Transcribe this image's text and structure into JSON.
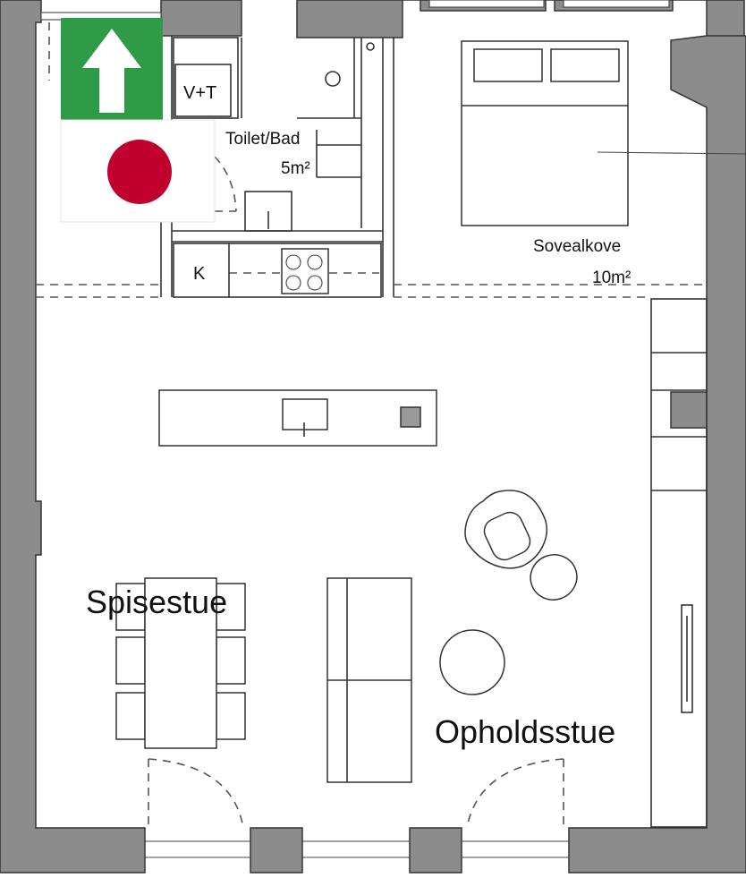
{
  "plan": {
    "rooms": {
      "toilet_bath": "Toilet/Bad",
      "toilet_bath_area": "5m²",
      "sleeping_alcove": "Sovealkove",
      "sleeping_alcove_area": "10m²",
      "dining_room": "Spisestue",
      "living_room": "Opholdsstue"
    },
    "fixtures": {
      "washer_dryer": "V+T",
      "fridge": "K"
    },
    "colors": {
      "wall": "#8c8c8c",
      "wall_outline": "#333333",
      "exit_sign": "#2e9b47",
      "marker_dot": "#c0002f",
      "line": "#333333"
    },
    "icons": {
      "exit_sign": "arrow-up-icon",
      "marker": "red-dot-icon"
    }
  }
}
